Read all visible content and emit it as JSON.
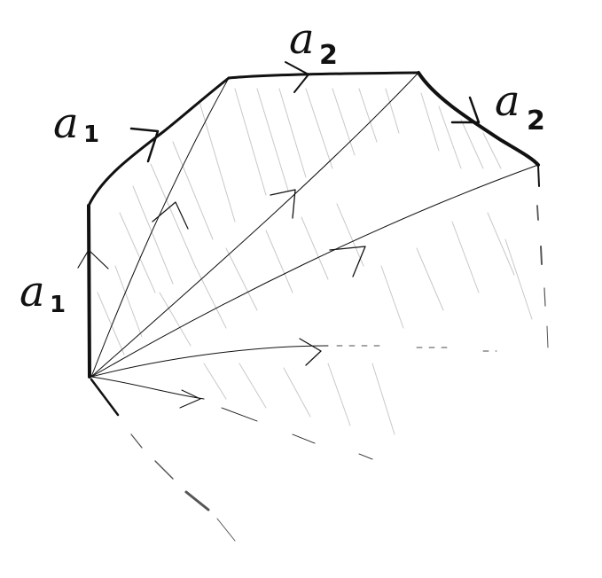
{
  "diagram": {
    "labels": {
      "a1_left": {
        "letter": "a",
        "sub": "1"
      },
      "a1_top": {
        "letter": "a",
        "sub": "1"
      },
      "a2_top": {
        "letter": "a",
        "sub": "2"
      },
      "a2_right": {
        "letter": "a",
        "sub": "2"
      }
    },
    "colors": {
      "ink": "#111111",
      "hatch": "#c8c8c8",
      "dashed": "#555555"
    }
  }
}
